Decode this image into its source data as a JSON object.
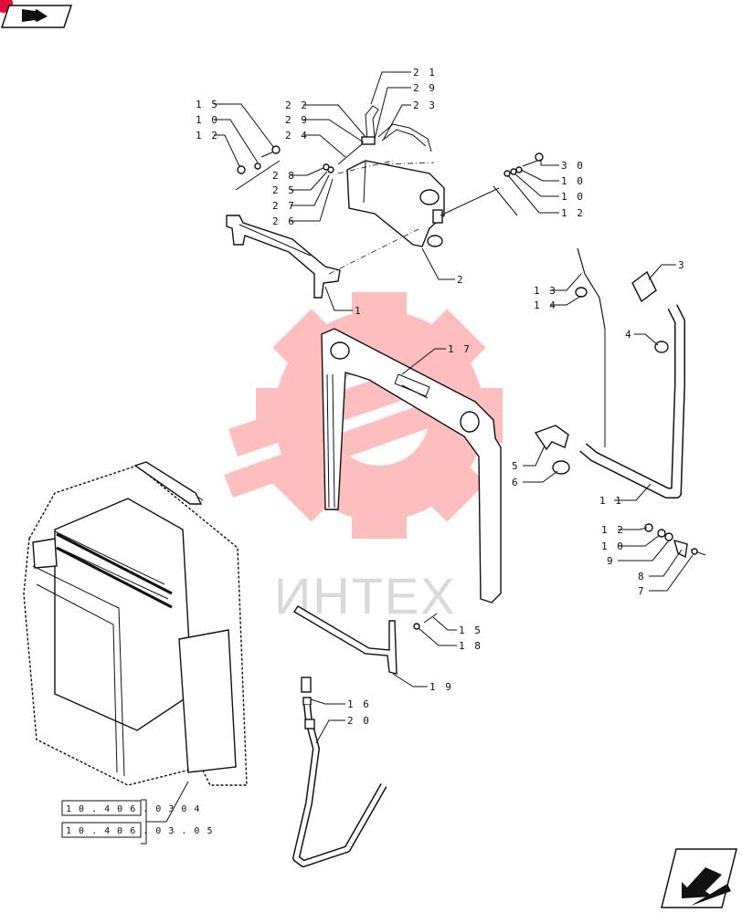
{
  "watermark": {
    "text": "ИНТЕХ",
    "color": "#ff1a1a"
  },
  "nav": {
    "top_left_icon": "book-arrow-icon",
    "bottom_right_icon": "next-page-arrow-icon"
  },
  "callouts": [
    {
      "id": "c15a",
      "text": "1 5"
    },
    {
      "id": "c10a",
      "text": "1 0"
    },
    {
      "id": "c12a",
      "text": "1 2"
    },
    {
      "id": "c22",
      "text": "2 2"
    },
    {
      "id": "c29a",
      "text": "2 9"
    },
    {
      "id": "c24",
      "text": "2 4"
    },
    {
      "id": "c21",
      "text": "2 1"
    },
    {
      "id": "c29b",
      "text": "2 9"
    },
    {
      "id": "c23",
      "text": "2 3"
    },
    {
      "id": "c28",
      "text": "2 8"
    },
    {
      "id": "c25",
      "text": "2 5"
    },
    {
      "id": "c27",
      "text": "2 7"
    },
    {
      "id": "c26",
      "text": "2 6"
    },
    {
      "id": "c30",
      "text": "3 0"
    },
    {
      "id": "c10b",
      "text": "1 0"
    },
    {
      "id": "c10c",
      "text": "1 0"
    },
    {
      "id": "c12b",
      "text": "1 2"
    },
    {
      "id": "c2",
      "text": "2"
    },
    {
      "id": "c1",
      "text": "1"
    },
    {
      "id": "c3",
      "text": "3"
    },
    {
      "id": "c13",
      "text": "1 3"
    },
    {
      "id": "c14",
      "text": "1 4"
    },
    {
      "id": "c4",
      "text": "4"
    },
    {
      "id": "c17",
      "text": "1 7"
    },
    {
      "id": "c5",
      "text": "5"
    },
    {
      "id": "c6",
      "text": "6"
    },
    {
      "id": "c11",
      "text": "1 1"
    },
    {
      "id": "c12c",
      "text": "1 2"
    },
    {
      "id": "c10d",
      "text": "1 0"
    },
    {
      "id": "c9",
      "text": "9"
    },
    {
      "id": "c8",
      "text": "8"
    },
    {
      "id": "c7",
      "text": "7"
    },
    {
      "id": "c15b",
      "text": "1 5"
    },
    {
      "id": "c18",
      "text": "1 8"
    },
    {
      "id": "c19",
      "text": "1 9"
    },
    {
      "id": "c16",
      "text": "1 6"
    },
    {
      "id": "c20",
      "text": "2 0"
    }
  ],
  "references": [
    {
      "id": "ref1",
      "text": "1 0 . 4 0 6 . 0 3  0 4"
    },
    {
      "id": "ref2",
      "text": "1 0 . 4 0 6 . 0 3 . 0 5"
    }
  ]
}
